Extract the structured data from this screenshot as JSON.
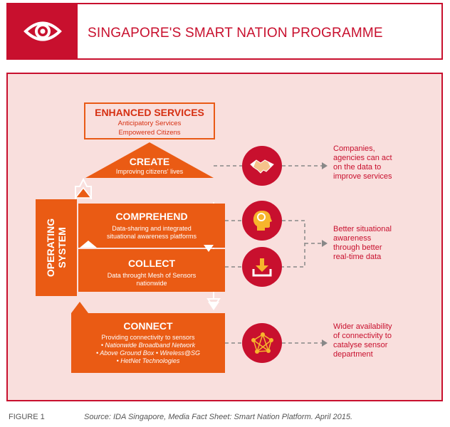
{
  "header": {
    "title": "SINGAPORE'S SMART NATION PROGRAMME",
    "logo_icon": "eye-icon"
  },
  "colors": {
    "red": "#c8102e",
    "orange": "#ea5b14",
    "panel_bg": "#f9dfdd"
  },
  "diagram": {
    "enhanced": {
      "title": "ENHANCED SERVICES",
      "line1": "Anticipatory Services",
      "line2": "Empowered Citizens"
    },
    "create": {
      "title": "CREATE",
      "subtitle": "Improving citizens' lives"
    },
    "operating_system": {
      "line1": "OPERATING",
      "line2": "SYSTEM"
    },
    "comprehend": {
      "title": "COMPREHEND",
      "line1": "Data-sharing and integrated",
      "line2": "situational awareness platforms"
    },
    "collect": {
      "title": "COLLECT",
      "line1": "Data throught Mesh of Sensors",
      "line2": "nationwide"
    },
    "connect": {
      "title": "CONNECT",
      "line1": "Providing connectivity to sensors",
      "bullet1": "• Nationwide Broadband Network",
      "bullet2": "• Above Ground Box • Wireless@SG",
      "bullet3": "• HetNet Technologies"
    },
    "icons": {
      "create": "handshake-icon",
      "comprehend": "head-brain-icon",
      "collect": "download-icon",
      "connect": "network-icon"
    },
    "outcomes": {
      "create": [
        "Companies,",
        "agencies can act",
        "on the data to",
        "improve services"
      ],
      "awareness": [
        "Better situational",
        "awareness",
        "through better",
        "real-time data"
      ],
      "connect": [
        "Wider availability",
        "of connectivity to",
        "catalyse sensor",
        "department"
      ]
    }
  },
  "caption": {
    "label": "FIGURE 1",
    "source": "Source: IDA Singapore, Media Fact Sheet: Smart Nation Platform. April 2015."
  }
}
